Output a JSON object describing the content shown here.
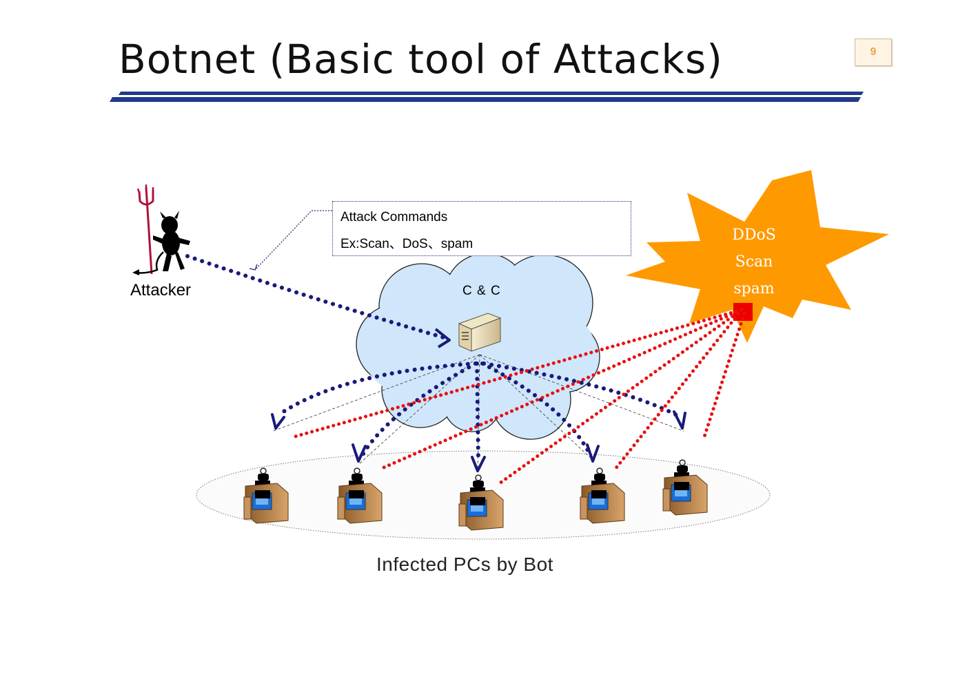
{
  "slide": {
    "title": "Botnet (Basic tool of Attacks)",
    "page_number": "9"
  },
  "diagram": {
    "attacker_label": "Attacker",
    "command_box": {
      "line1": "Attack Commands",
      "line2": "Ex:Scan、DoS、spam"
    },
    "cc_label": "C & C",
    "burst": {
      "line1": "DDoS",
      "line2": "Scan",
      "line3": "spam"
    },
    "caption": "Infected PCs by Bot",
    "colors": {
      "title_rule": "#1f3a8a",
      "command_arrows": "#1a1a7a",
      "attack_lines": "#e81010",
      "cloud_fill": "#cfe6fb",
      "burst_fill": "#ff9900",
      "devil": "#000000",
      "trident": "#b0103a"
    },
    "icons": [
      "devil-icon",
      "trident-icon",
      "server-icon",
      "bot-pc-icon",
      "cloud-shape",
      "explosion-burst"
    ]
  }
}
